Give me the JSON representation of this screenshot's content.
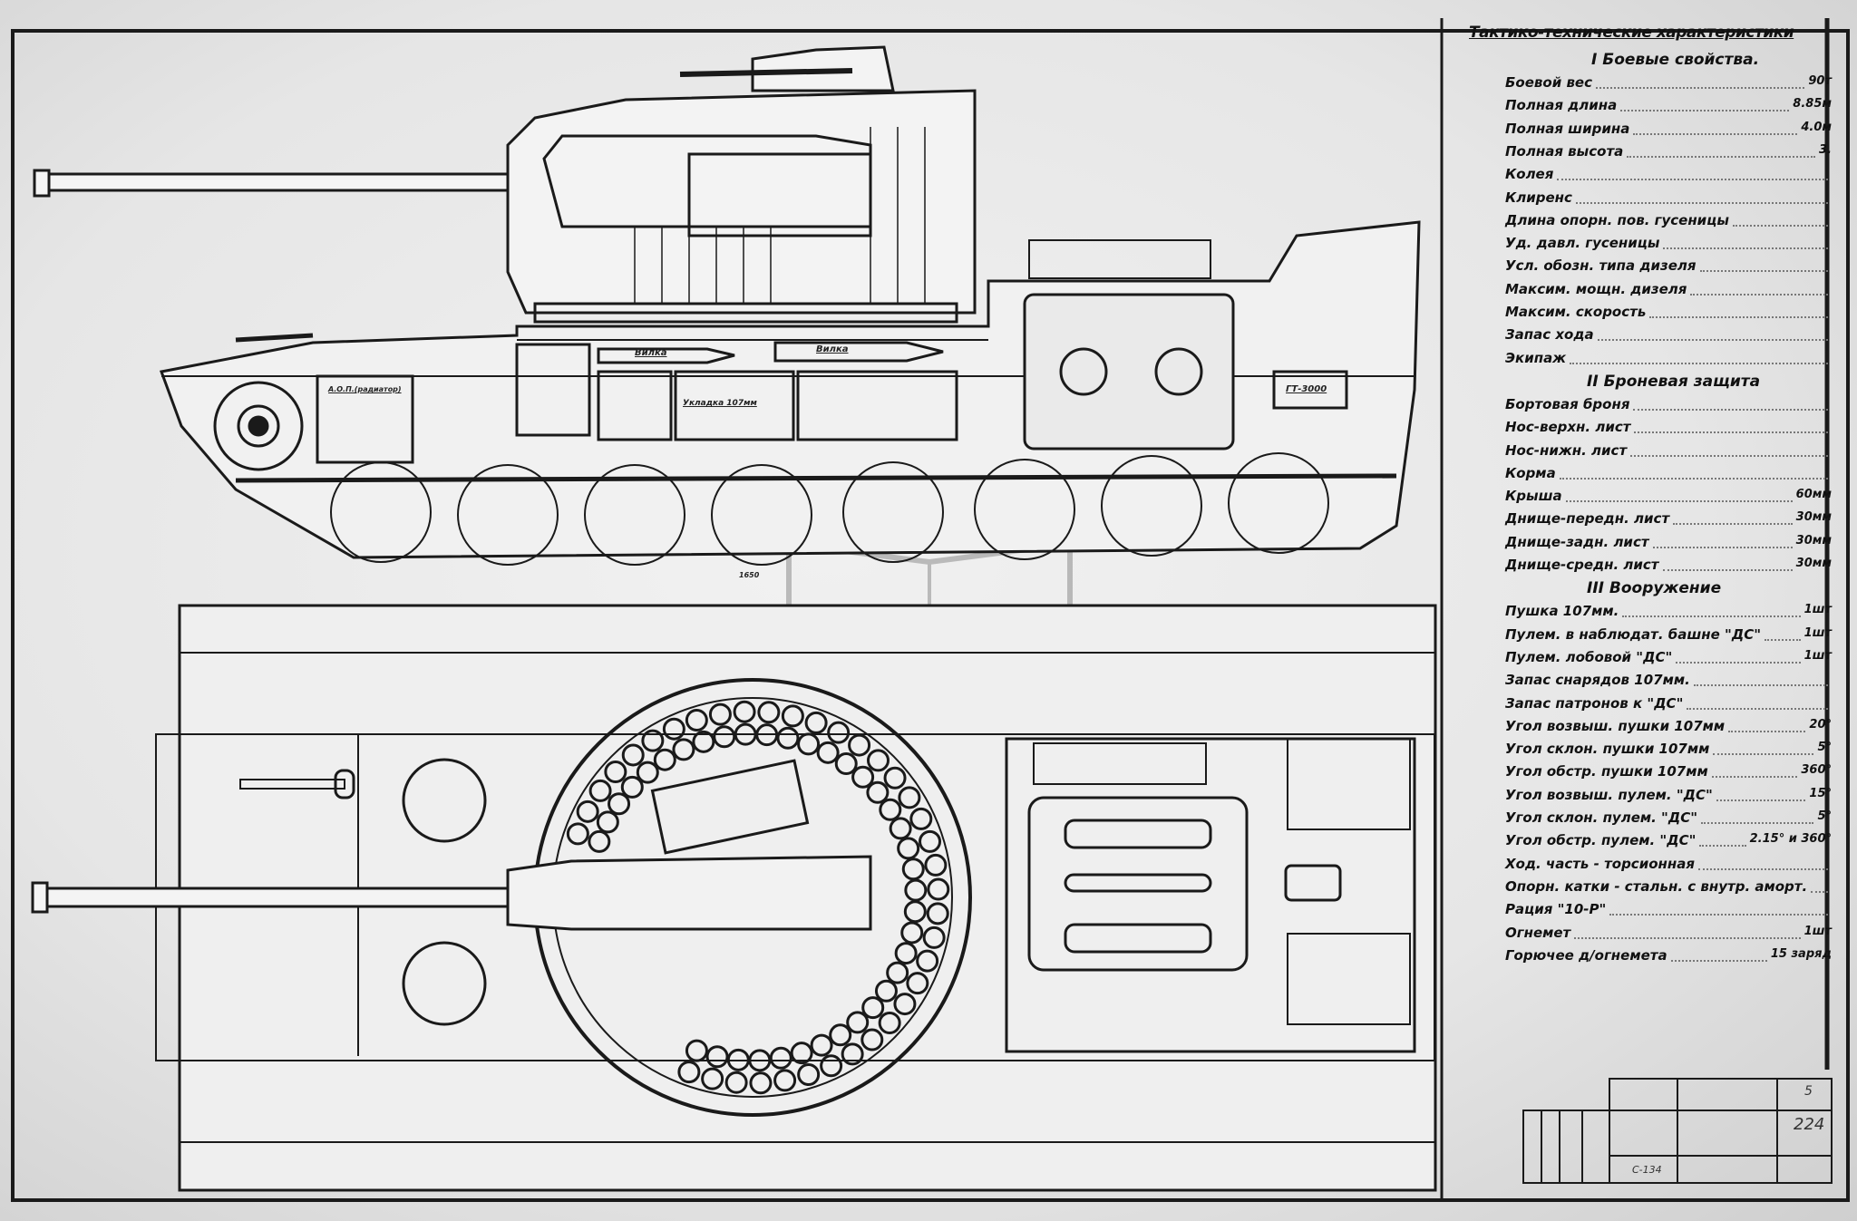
{
  "spec_table": {
    "title": "Тактико-технические характеристики",
    "sections": [
      {
        "heading": "I Боевые свойства.",
        "rows": [
          {
            "label": "Боевой вес",
            "value": "90т"
          },
          {
            "label": "Полная длина",
            "value": "8.85м"
          },
          {
            "label": "Полная ширина",
            "value": "4.0м"
          },
          {
            "label": "Полная высота",
            "value": "3."
          },
          {
            "label": "Колея",
            "value": ""
          },
          {
            "label": "Клиренс",
            "value": ""
          },
          {
            "label": "Длина опорн. пов. гусеницы",
            "value": ""
          },
          {
            "label": "Уд. давл. гусеницы",
            "value": ""
          },
          {
            "label": "Усл. обозн. типа дизеля",
            "value": ""
          },
          {
            "label": "Максим. мощн. дизеля",
            "value": ""
          },
          {
            "label": "Максим. скорость",
            "value": ""
          },
          {
            "label": "Запас хода",
            "value": ""
          },
          {
            "label": "Экипаж",
            "value": ""
          }
        ]
      },
      {
        "heading": "II Броневая защита",
        "rows": [
          {
            "label": "Бортовая броня",
            "value": ""
          },
          {
            "label": "Нос-верхн. лист",
            "value": ""
          },
          {
            "label": "Нос-нижн. лист",
            "value": ""
          },
          {
            "label": "Корма",
            "value": ""
          },
          {
            "label": "Крыша",
            "value": "60мм"
          },
          {
            "label": "Днище-передн. лист",
            "value": "30мм"
          },
          {
            "label": "Днище-задн. лист",
            "value": "30мм"
          },
          {
            "label": "Днище-средн. лист",
            "value": "30мм"
          }
        ]
      },
      {
        "heading": "III Вооружение",
        "rows": [
          {
            "label": "Пушка 107мм.",
            "value": "1шт"
          },
          {
            "label": "Пулем. в наблюдат. башне \"ДС\"",
            "value": "1шт"
          },
          {
            "label": "Пулем. лобовой \"ДС\"",
            "value": "1шт"
          },
          {
            "label": "Запас снарядов 107мм.",
            "value": ""
          },
          {
            "label": "Запас патронов к \"ДС\"",
            "value": ""
          },
          {
            "label": "Угол возвыш. пушки 107мм",
            "value": "20°"
          },
          {
            "label": "Угол склон. пушки 107мм",
            "value": "5°"
          },
          {
            "label": "Угол обстр. пушки 107мм",
            "value": "360°"
          },
          {
            "label": "Угол возвыш. пулем. \"ДС\"",
            "value": "15°"
          },
          {
            "label": "Угол склон. пулем. \"ДС\"",
            "value": "5°"
          },
          {
            "label": "Угол обстр. пулем. \"ДС\"",
            "value": "2.15° и 360°"
          },
          {
            "label": "Ход. часть - торсионная",
            "value": ""
          },
          {
            "label": "Опорн. катки - стальн. с внутр. аморт.",
            "value": ""
          },
          {
            "label": "Рация \"10-Р\"",
            "value": ""
          },
          {
            "label": "Огнемет",
            "value": "1шт"
          },
          {
            "label": "Горючее д/огнемета",
            "value": "15 заряд"
          }
        ]
      }
    ]
  },
  "drawing_labels": {
    "shell_1": "Вилка",
    "shell_2": "Вилка",
    "radiator": "А.О.П.(радиатор)",
    "generator": "ГТ-3000",
    "ammo_box": "Укладка 107мм",
    "dimension": "1650"
  },
  "title_block": {
    "sheet": "5",
    "number": "224",
    "code": "С-134"
  },
  "colors": {
    "ink": "#1a1a1a",
    "paper": "#ececec"
  }
}
